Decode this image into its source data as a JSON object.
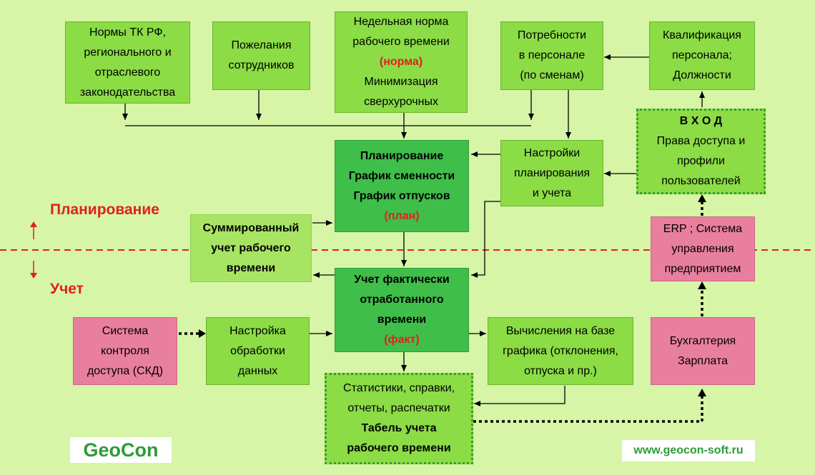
{
  "labels": {
    "planning": "Планирование",
    "accounting": "Учет"
  },
  "boxes": {
    "norms": {
      "l1": "Нормы ТК РФ,",
      "l2": "регионального и",
      "l3": "отраслевого",
      "l4": "законодательства"
    },
    "wishes": {
      "l1": "Пожелания",
      "l2": "сотрудников"
    },
    "weekly": {
      "l1": "Недельная норма",
      "l2": "рабочего времени",
      "l3": "(норма)",
      "l4": "Минимизация",
      "l5": "сверхурочных"
    },
    "needs": {
      "l1": "Потребности",
      "l2": "в персонале",
      "l3": "(по сменам)"
    },
    "qual": {
      "l1": "Квалификация",
      "l2": "персонала;",
      "l3": "Должности"
    },
    "plan": {
      "l1": "Планирование",
      "l2": "График сменности",
      "l3": "График отпусков",
      "l4": "(план)"
    },
    "settings": {
      "l1": "Настройки",
      "l2": "планирования",
      "l3": "и учета"
    },
    "login": {
      "l1": "В Х О Д",
      "l2": "Права доступа и",
      "l3": "профили",
      "l4": "пользователей"
    },
    "summary": {
      "l1": "Суммированный",
      "l2": "учет рабочего",
      "l3": "времени"
    },
    "erp": {
      "l1": "ERP ; Система",
      "l2": "управления",
      "l3": "предприятием"
    },
    "fact": {
      "l1": "Учет  фактически",
      "l2": "отработанного",
      "l3": "времени",
      "l4": "(факт)"
    },
    "skd": {
      "l1": "Система",
      "l2": "контроля",
      "l3": "доступа (СКД)"
    },
    "processing": {
      "l1": "Настройка",
      "l2": "обработки",
      "l3": "данных"
    },
    "calc": {
      "l1": "Вычисления на базе",
      "l2": "графика (отклонения,",
      "l3": "отпуска и пр.)"
    },
    "accounting_box": {
      "l1": "Бухгалтерия",
      "l2": "Зарплата"
    },
    "stats": {
      "l1": "Статистики, справки,",
      "l2": "отчеты, распечатки",
      "l3": "Табель учета",
      "l4": "рабочего времени"
    }
  },
  "footer": {
    "logo": "GeoCon",
    "site": "www.geocon-soft.ru"
  },
  "colors": {
    "background": "#d6f5a6",
    "light_green": "#8bdc45",
    "dark_green": "#3fbf4a",
    "pink": "#e97f9f",
    "red": "#e02020"
  }
}
